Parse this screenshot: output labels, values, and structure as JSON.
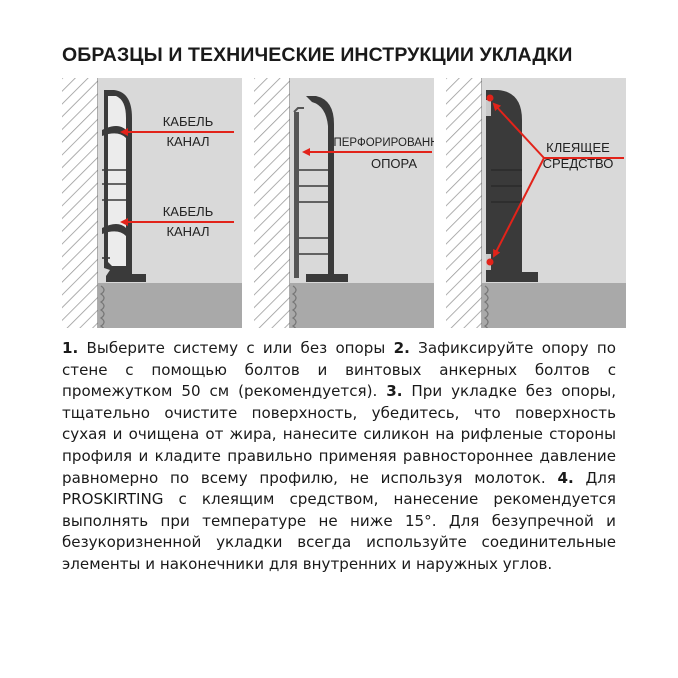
{
  "title": "ОБРАЗЦЫ И ТЕХНИЧЕСКИЕ ИНСТРУКЦИИ УКЛАДКИ",
  "colors": {
    "arrow": "#e2231a",
    "wall": "#d9d9d9",
    "floor": "#a9a9a9",
    "profile": "#3a3a3a",
    "hatch": "#9a9a9a"
  },
  "panels": [
    {
      "labels": [
        {
          "line1": "КАБЕЛЬ",
          "line2": "КАНАЛ"
        },
        {
          "line1": "КАБЕЛЬ",
          "line2": "КАНАЛ"
        }
      ]
    },
    {
      "labels": [
        {
          "line1": "ПЕРФОРИРОВАННАЯ",
          "line2": "ОПОРА"
        }
      ]
    },
    {
      "labels": [
        {
          "line1": "КЛЕЯЩЕЕ",
          "line2": "СРЕДСТВО"
        }
      ]
    }
  ],
  "instructions": [
    {
      "num": "1.",
      "text": " Выберите систему с или без опоры "
    },
    {
      "num": "2.",
      "text": " Зафиксируйте опору по стене с помощью болтов и винтовых анкерных болтов с промежутком 50 см (рекомендуется). "
    },
    {
      "num": "3.",
      "text": " При укладке без опоры, тщательно очистите поверхность, убедитесь, что поверхность сухая и очищена от жира, нанесите силикон на рифленые стороны профиля и кладите правильно применяя равностороннее давление равномерно по всему профилю, не используя молоток. "
    },
    {
      "num": "4.",
      "text": " Для PROSKIRTING с клеящим средством, нанесение рекомендуется выполнять при температуре не ниже 15°. Для безупречной и безукоризненной укладки всегда используйте соединительные элементы и наконечники для внутренних и наружных углов."
    }
  ]
}
